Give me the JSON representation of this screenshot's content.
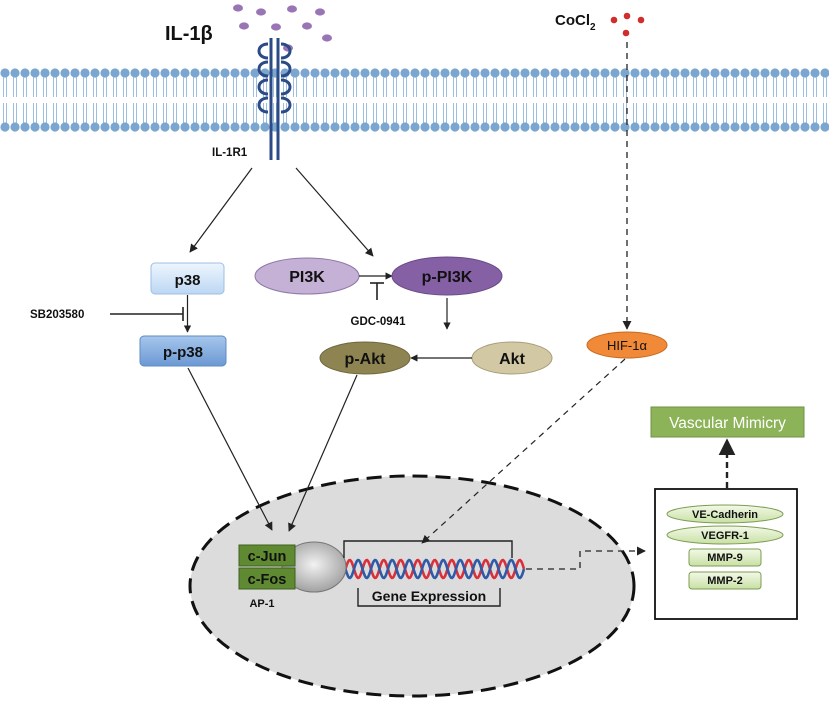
{
  "ligands": {
    "il1b": "IL-1β",
    "cocl2_base": "CoCl",
    "cocl2_sub": "2"
  },
  "receptor": {
    "label": "IL-1R1"
  },
  "nodes": {
    "p38": "p38",
    "pp38": "p-p38",
    "pi3k": "PI3K",
    "ppi3k": "p-PI3K",
    "pakt": "p-Akt",
    "akt": "Akt",
    "hif1a": "HIF-1α"
  },
  "inhibitors": {
    "sb203580": "SB203580",
    "gdc0941": "GDC-0941"
  },
  "nucleus": {
    "cjun": "c-Jun",
    "cfos": "c-Fos",
    "ap1": "AP-1",
    "gene_expression": "Gene Expression"
  },
  "targets": {
    "vascular_mimicry": "Vascular Mimicry",
    "items": [
      "VE-Cadherin",
      "VEGFR-1",
      "MMP-9",
      "MMP-2"
    ]
  },
  "colors": {
    "membrane_blue": "#7aa6cf",
    "receptor_navy": "#2b4a86",
    "ligand_purple": "#9a75b5",
    "cocl2_red": "#d22d2d",
    "p38_light": "#d9ebfb",
    "pp38_blue": "#7aa7dc",
    "pi3k_lavender": "#c5b0d6",
    "ppi3k_purple": "#8660a4",
    "pakt_olive": "#8e8452",
    "akt_tan": "#d2c8a4",
    "hif_orange": "#f08a38",
    "ap1_green": "#5f8a32",
    "target_green": "#8cb357",
    "nucleus_gray": "#dcdcdc"
  }
}
